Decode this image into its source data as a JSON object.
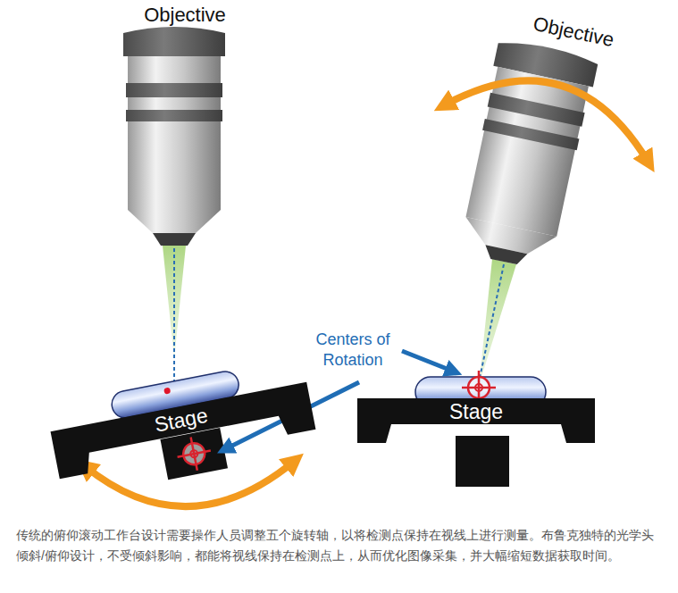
{
  "diagram": {
    "caption": "传统的俯仰滚动工作台设计需要操作人员调整五个旋转轴，以将检测点保持在视线上进行测量。布鲁克独特的光学头倾斜/俯仰设计，不受倾斜影响，都能将视线保持在检测点上，从而优化图像采集，并大幅缩短数据获取时间。",
    "nodes": [
      {
        "text": [
          "Stage"
        ]
      },
      {
        "text": [
          "Stage"
        ]
      }
    ],
    "labels": [
      "Objective",
      "Objective",
      "Centers of Rotation"
    ]
  }
}
